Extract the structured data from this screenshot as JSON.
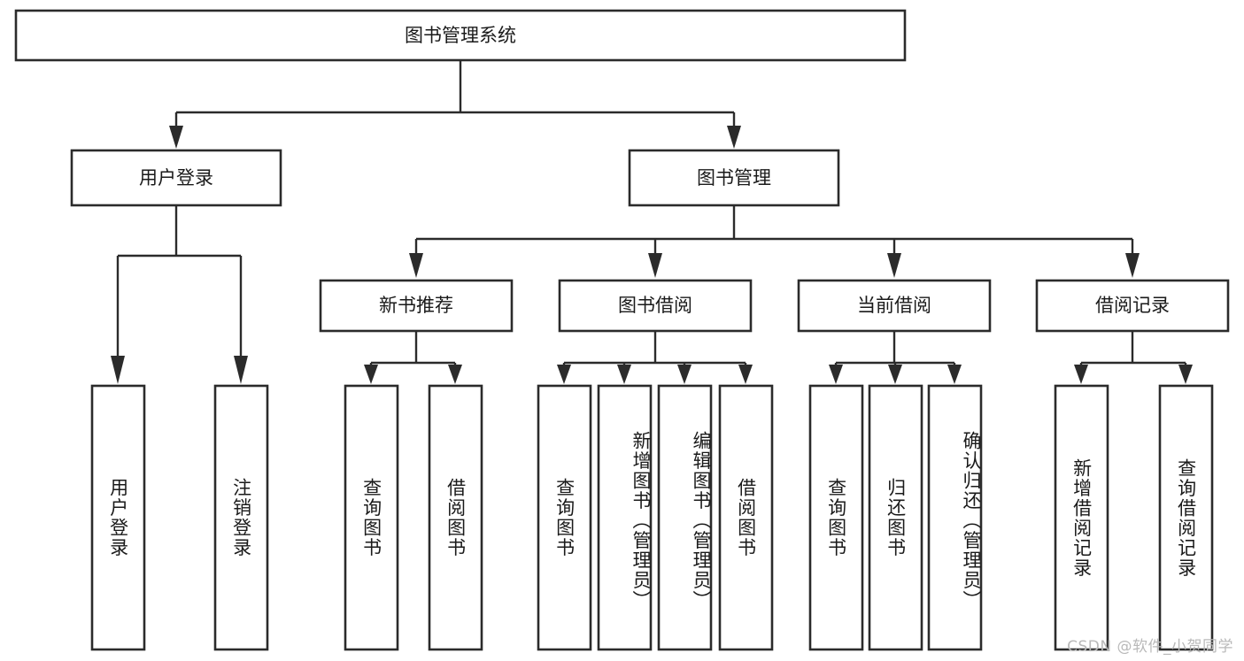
{
  "diagram": {
    "type": "tree-hierarchy",
    "title": "图书管理系统",
    "root": {
      "id": "root",
      "label": "图书管理系统",
      "orientation": "horizontal"
    },
    "level2": [
      {
        "id": "user-login",
        "label": "用户登录",
        "orientation": "horizontal"
      },
      {
        "id": "book-management",
        "label": "图书管理",
        "orientation": "horizontal"
      }
    ],
    "level3": [
      {
        "id": "new-book-recommend",
        "label": "新书推荐",
        "orientation": "horizontal",
        "parent": "book-management"
      },
      {
        "id": "book-borrow",
        "label": "图书借阅",
        "orientation": "horizontal",
        "parent": "book-management"
      },
      {
        "id": "current-borrow",
        "label": "当前借阅",
        "orientation": "horizontal",
        "parent": "book-management"
      },
      {
        "id": "borrow-record",
        "label": "借阅记录",
        "orientation": "horizontal",
        "parent": "book-management"
      }
    ],
    "leaves": [
      {
        "id": "leaf-user-login",
        "label": "用户登录",
        "parent": "user-login",
        "orientation": "vertical"
      },
      {
        "id": "leaf-user-logout",
        "label": "注销登录",
        "parent": "user-login",
        "orientation": "vertical"
      },
      {
        "id": "leaf-query-book-1",
        "label": "查询图书",
        "parent": "new-book-recommend",
        "orientation": "vertical"
      },
      {
        "id": "leaf-borrow-book-1",
        "label": "借阅图书",
        "parent": "new-book-recommend",
        "orientation": "vertical"
      },
      {
        "id": "leaf-query-book-2",
        "label": "查询图书",
        "parent": "book-borrow",
        "orientation": "vertical"
      },
      {
        "id": "leaf-add-book",
        "label": "新增图书（管理员）",
        "parent": "book-borrow",
        "orientation": "vertical"
      },
      {
        "id": "leaf-edit-book",
        "label": "编辑图书（管理员）",
        "parent": "book-borrow",
        "orientation": "vertical"
      },
      {
        "id": "leaf-borrow-book-2",
        "label": "借阅图书",
        "parent": "book-borrow",
        "orientation": "vertical"
      },
      {
        "id": "leaf-query-book-3",
        "label": "查询图书",
        "parent": "current-borrow",
        "orientation": "vertical"
      },
      {
        "id": "leaf-return-book",
        "label": "归还图书",
        "parent": "current-borrow",
        "orientation": "vertical"
      },
      {
        "id": "leaf-confirm-return",
        "label": "确认归还（管理员）",
        "parent": "current-borrow",
        "orientation": "vertical"
      },
      {
        "id": "leaf-add-record",
        "label": "新增借阅记录",
        "parent": "borrow-record",
        "orientation": "vertical"
      },
      {
        "id": "leaf-query-record",
        "label": "查询借阅记录",
        "parent": "borrow-record",
        "orientation": "vertical"
      }
    ]
  },
  "watermark": {
    "text": "CSDN @软件_小贺同学"
  },
  "colors": {
    "box_stroke": "#2b2b2b",
    "box_fill": "#ffffff",
    "text": "#1a1a1a",
    "connector": "#2b2b2b",
    "watermark": "#b9b9b9",
    "background": "#ffffff"
  }
}
